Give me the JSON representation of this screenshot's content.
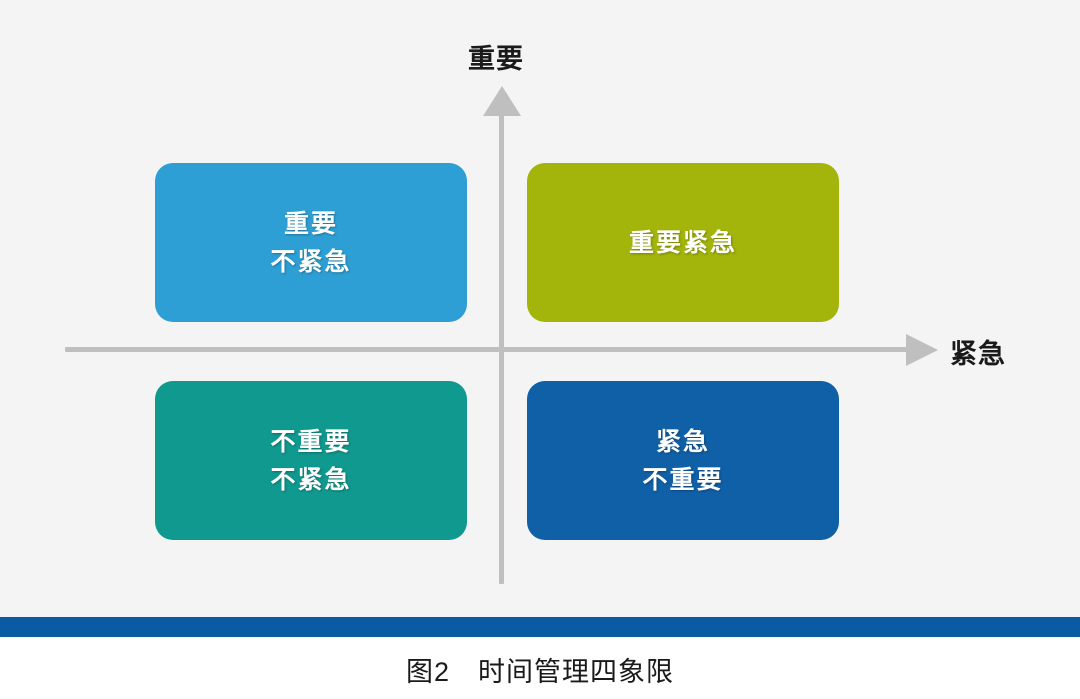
{
  "figure": {
    "background_color": "#f4f4f4",
    "axis_color": "#bfbfbf",
    "accent_bar_color": "#0a5ba4",
    "caption": "图2　时间管理四象限"
  },
  "axes": {
    "vertical_label": "重要",
    "horizontal_label": "紧急"
  },
  "quadrants": [
    {
      "id": "important-not-urgent",
      "position": "top-left",
      "lines": [
        "重要",
        "不紧急"
      ],
      "line1": "重要",
      "line2": "不紧急",
      "color": "#2e9fd4",
      "shadow_color": "#1f6f98"
    },
    {
      "id": "important-urgent",
      "position": "top-right",
      "lines": [
        "重要紧急"
      ],
      "line1": "重要紧急",
      "line2": "",
      "color": "#a3b40b",
      "shadow_color": "#6f7a07"
    },
    {
      "id": "not-important-not-urgent",
      "position": "bottom-left",
      "lines": [
        "不重要",
        "不紧急"
      ],
      "line1": "不重要",
      "line2": "不紧急",
      "color": "#10998f",
      "shadow_color": "#0b6a63"
    },
    {
      "id": "urgent-not-important",
      "position": "bottom-right",
      "lines": [
        "紧急",
        "不重要"
      ],
      "line1": "紧急",
      "line2": "不重要",
      "color": "#1060a8",
      "shadow_color": "#0a4274"
    }
  ]
}
